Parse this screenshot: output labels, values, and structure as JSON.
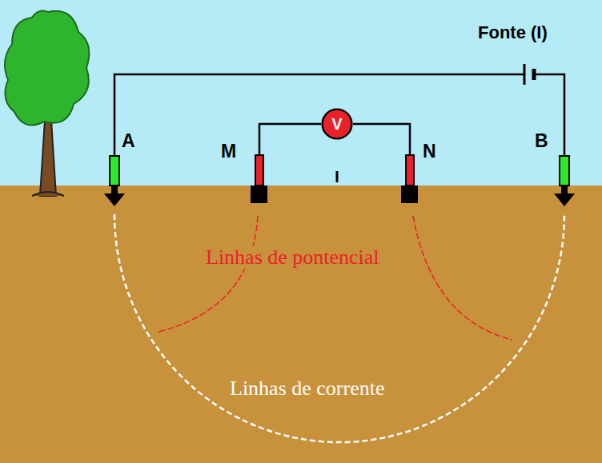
{
  "diagram": {
    "nodes": [
      {
        "text": [
          "V"
        ]
      }
    ],
    "labels": [
      "Fonte (I)",
      "A",
      "M",
      "N",
      "B",
      "Linhas de pontencial",
      "Linhas de corrente"
    ]
  }
}
